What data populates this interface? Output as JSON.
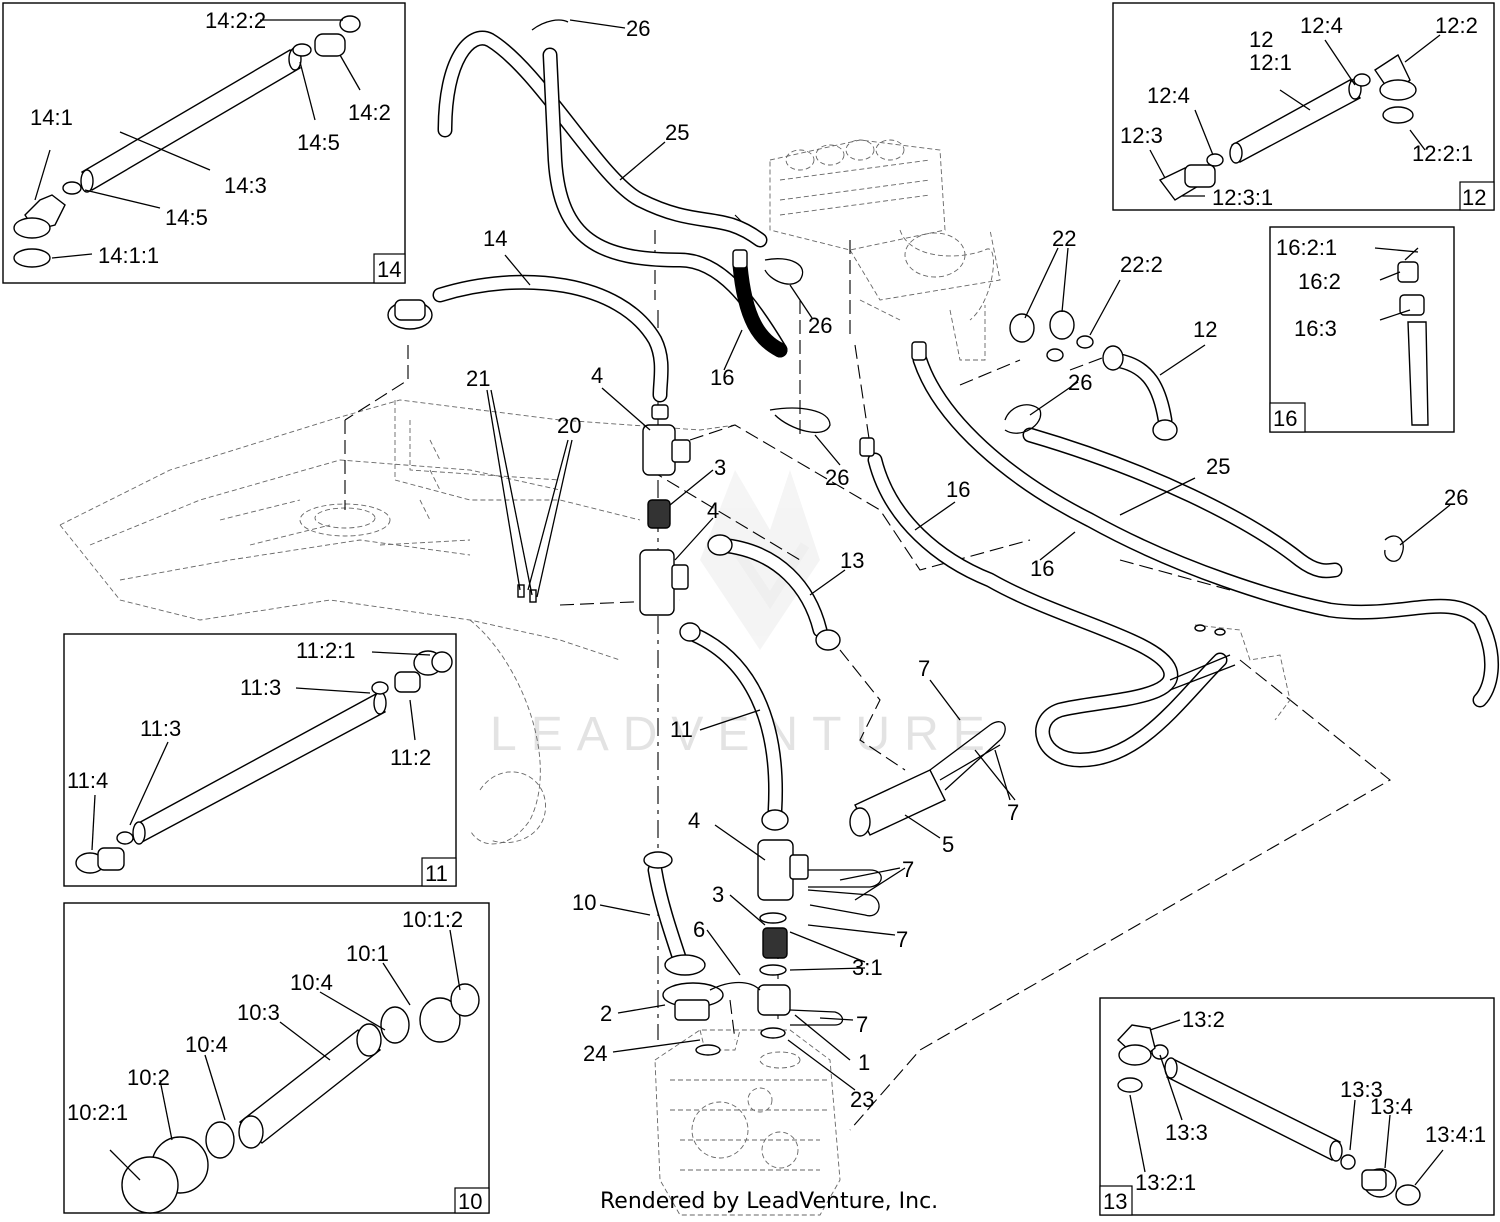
{
  "footer": "Rendered by LeadVenture, Inc.",
  "watermark": "LEADVENTURE",
  "main_labels": {
    "l26a": "26",
    "l25a": "25",
    "l14": "14",
    "l26b": "26",
    "l16a": "16",
    "l22": "22",
    "l22_2": "22:2",
    "l12": "12",
    "l21": "21",
    "l4a": "4",
    "l20": "20",
    "l3a": "3",
    "l26c": "26",
    "l16b": "16",
    "l26d": "26",
    "l25b": "25",
    "l16c": "16",
    "l26e": "26",
    "l4b": "4",
    "l13": "13",
    "l7a": "7",
    "l11": "11",
    "l7b": "7",
    "l5": "5",
    "l4c": "4",
    "l7c": "7",
    "l10": "10",
    "l3b": "3",
    "l7d": "7",
    "l6": "6",
    "l3_1": "3:1",
    "l2": "2",
    "l7e": "7",
    "l24": "24",
    "l1": "1",
    "l23": "23"
  },
  "insets": {
    "i14": {
      "tag": "14",
      "labels": {
        "a": "14:2:2",
        "b": "14:1",
        "c": "14:2",
        "d": "14:5",
        "e": "14:3",
        "f": "14:5",
        "g": "14:1:1"
      }
    },
    "i12": {
      "tag": "12",
      "labels": {
        "a": "12",
        "b": "12:1",
        "c": "12:4",
        "d": "12:2",
        "e": "12:4",
        "f": "12:3",
        "g": "12:2:1",
        "h": "12:3:1"
      }
    },
    "i16": {
      "tag": "16",
      "labels": {
        "a": "16:2:1",
        "b": "16:2",
        "c": "16:3"
      }
    },
    "i11": {
      "tag": "11",
      "labels": {
        "a": "11:2:1",
        "b": "11:3",
        "c": "11:3",
        "d": "11:2",
        "e": "11:4"
      }
    },
    "i10": {
      "tag": "10",
      "labels": {
        "a": "10:1:2",
        "b": "10:1",
        "c": "10:4",
        "d": "10:3",
        "e": "10:4",
        "f": "10:2",
        "g": "10:2:1"
      }
    },
    "i13": {
      "tag": "13",
      "labels": {
        "a": "13:2",
        "b": "13:3",
        "c": "13:3",
        "d": "13:4",
        "e": "13:4:1",
        "f": "13:2:1"
      }
    }
  }
}
